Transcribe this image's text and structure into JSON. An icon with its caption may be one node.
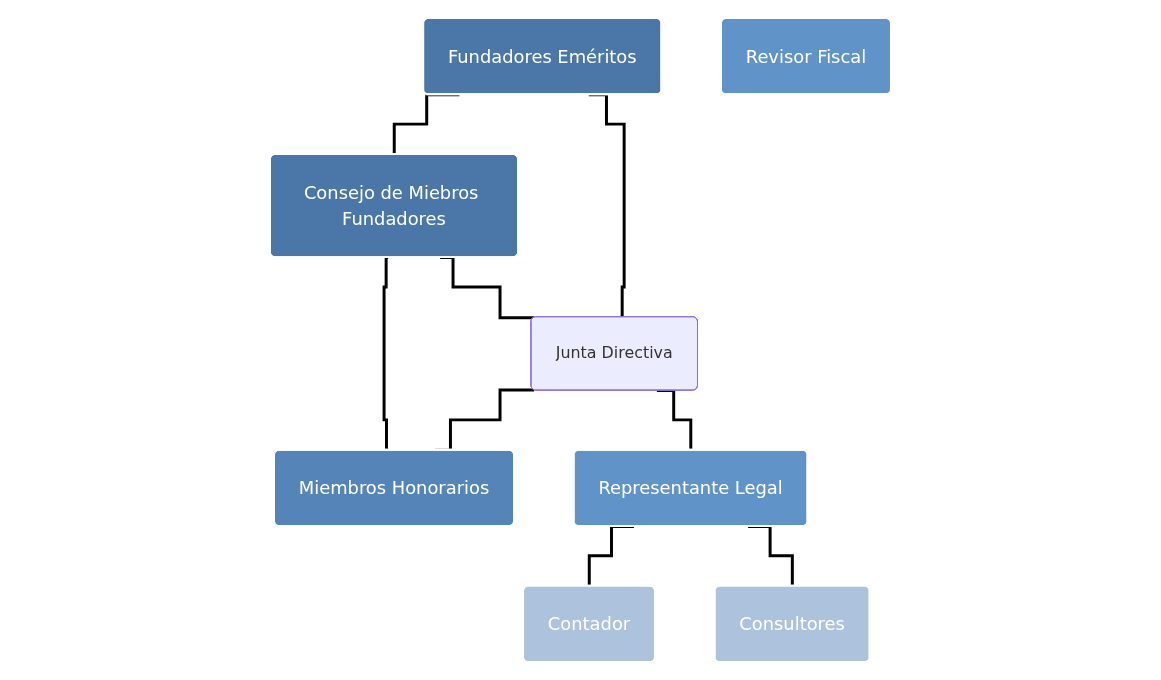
{
  "diagram": {
    "nodes": [
      {
        "text": [
          "Consejo de Miebros Fundadores"
        ]
      },
      {
        "text": [
          "Fundadores Eméritos"
        ]
      },
      {
        "text": [
          "Junta Directiva"
        ]
      },
      {
        "text": [
          "Miembros Honorarios"
        ]
      },
      {
        "text": [
          "Revisor Fiscal"
        ]
      },
      {
        "text": [
          "Representante Legal"
        ]
      },
      {
        "text": [
          "Contador"
        ]
      },
      {
        "text": [
          "Consultores"
        ]
      }
    ],
    "edges": [
      {
        "from": 1,
        "to": 0,
        "arrow": "none"
      },
      {
        "from": 0,
        "to": 2,
        "arrow": "none"
      },
      {
        "from": 0,
        "to": 3,
        "arrow": "none"
      },
      {
        "from": 1,
        "to": 2,
        "arrow": "none"
      },
      {
        "from": 2,
        "to": 3,
        "arrow": "none"
      },
      {
        "from": 2,
        "to": 5,
        "arrow": "none"
      },
      {
        "from": 5,
        "to": 6,
        "arrow": "none"
      },
      {
        "from": 5,
        "to": 7,
        "arrow": "none"
      }
    ]
  }
}
